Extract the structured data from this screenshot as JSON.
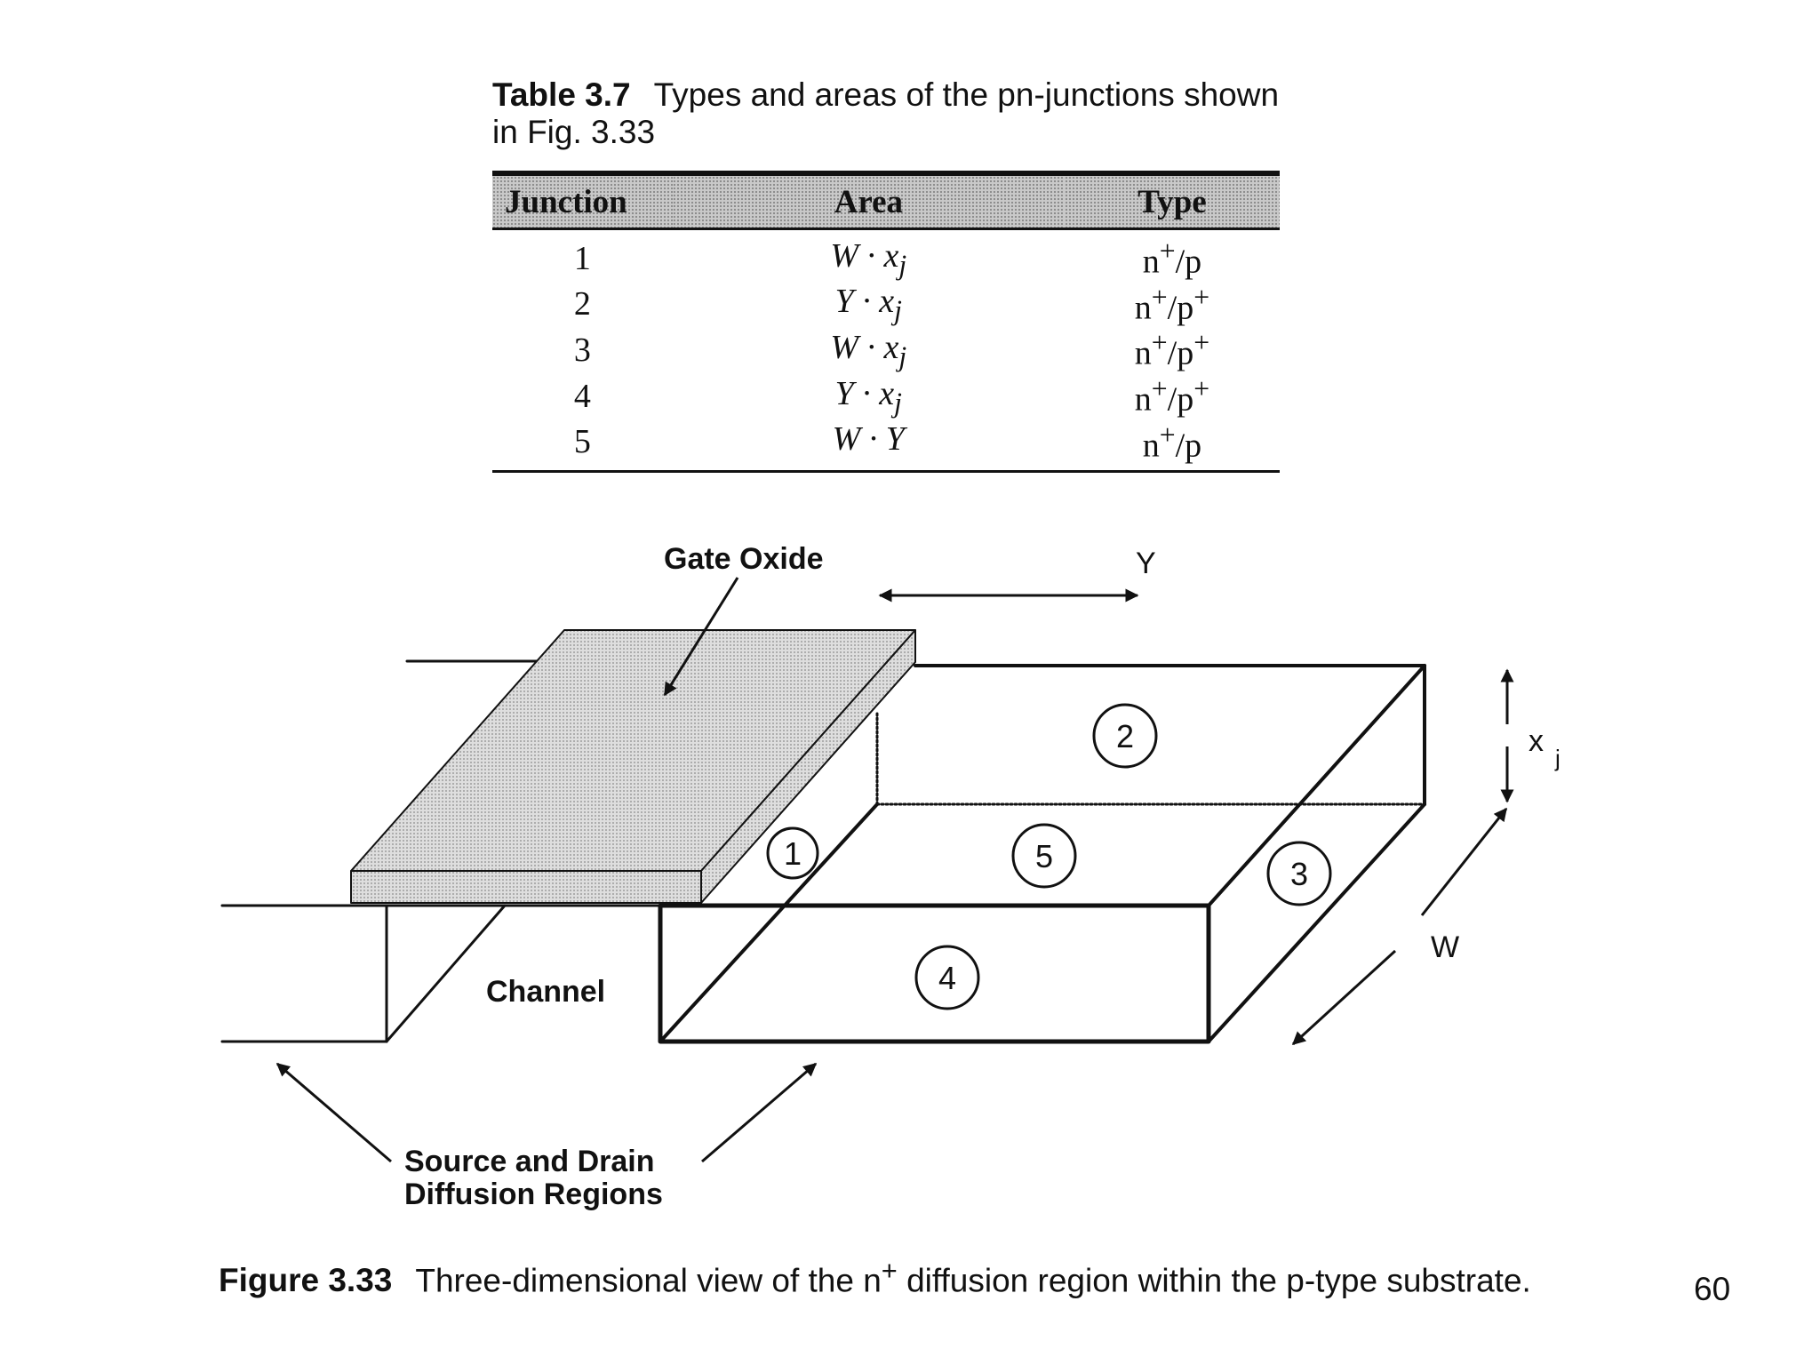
{
  "table": {
    "label": "Table 3.7",
    "caption": "Types and areas of the pn-junctions shown in Fig. 3.33",
    "headers": [
      "Junction",
      "Area",
      "Type"
    ],
    "rows": [
      {
        "junction": "1",
        "area": "W · x",
        "area_sub": "j",
        "type": "n",
        "type_sup": "+",
        "type_rest": "/p",
        "type_sup2": ""
      },
      {
        "junction": "2",
        "area": "Y · x",
        "area_sub": "j",
        "type": "n",
        "type_sup": "+",
        "type_rest": "/p",
        "type_sup2": "+"
      },
      {
        "junction": "3",
        "area": "W · x",
        "area_sub": "j",
        "type": "n",
        "type_sup": "+",
        "type_rest": "/p",
        "type_sup2": "+"
      },
      {
        "junction": "4",
        "area": "Y · x",
        "area_sub": "j",
        "type": "n",
        "type_sup": "+",
        "type_rest": "/p",
        "type_sup2": "+"
      },
      {
        "junction": "5",
        "area": "W · Y",
        "area_sub": "",
        "type": "n",
        "type_sup": "+",
        "type_rest": "/p",
        "type_sup2": ""
      }
    ]
  },
  "figure": {
    "label_gate_oxide": "Gate Oxide",
    "label_channel": "Channel",
    "label_source_drain_1": "Source and Drain",
    "label_source_drain_2": "Diffusion Regions",
    "dim_y": "Y",
    "dim_w": "W",
    "dim_x": "x",
    "dim_x_sub": "j",
    "junction_markers": [
      "1",
      "2",
      "3",
      "4",
      "5"
    ],
    "caption_label": "Figure 3.33",
    "caption_text_1": "Three-dimensional view of the n",
    "caption_sup": "+",
    "caption_text_2": " diffusion region within the p-type substrate."
  },
  "page_number": "60"
}
